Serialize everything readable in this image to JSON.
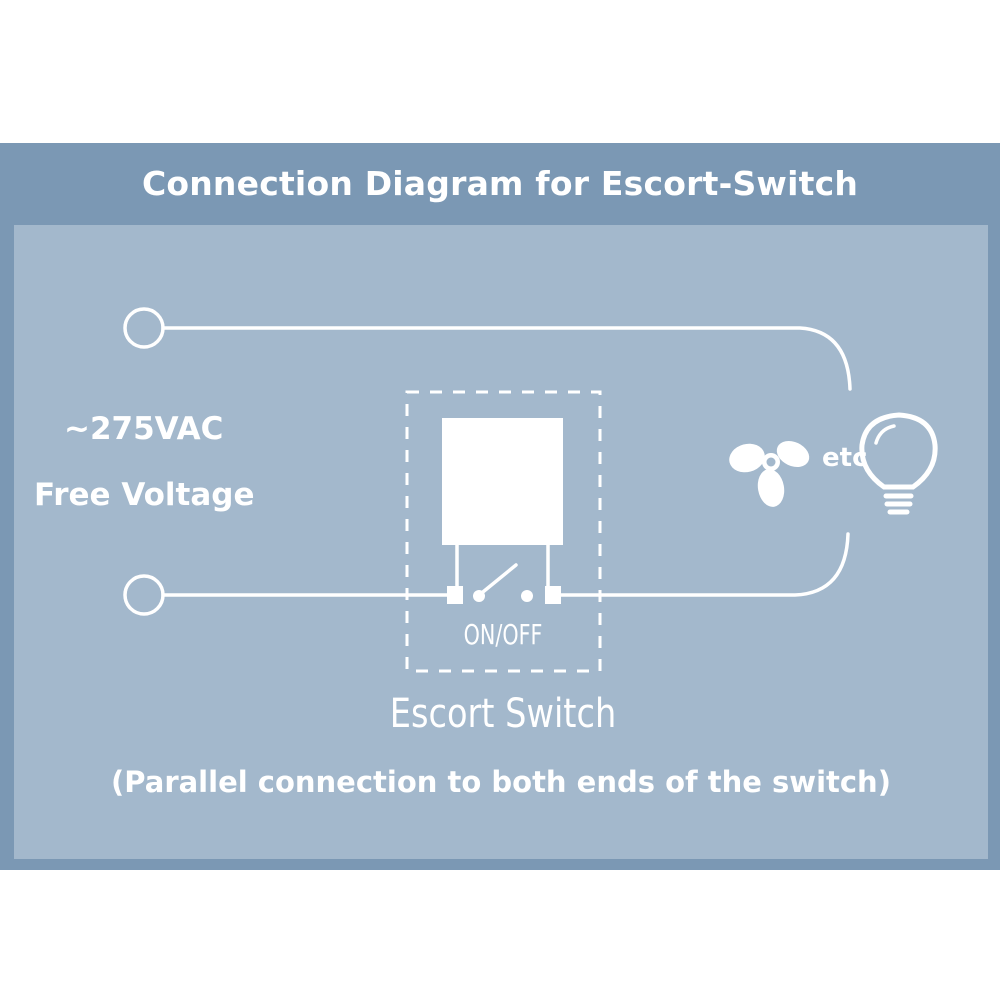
{
  "title": "Connection Diagram for Escort-Switch",
  "voltage_label": "~275VAC",
  "voltage_sublabel": "Free Voltage",
  "switch_label": "ON/OFF",
  "device_label": "Escort Switch",
  "load_label": "etc",
  "note": "(Parallel connection to both ends of the switch)",
  "icons": [
    "fan-icon",
    "light-bulb-icon"
  ],
  "colors": {
    "frame": "#7b98b4",
    "panel": "#a3b8cc",
    "line": "#ffffff"
  }
}
